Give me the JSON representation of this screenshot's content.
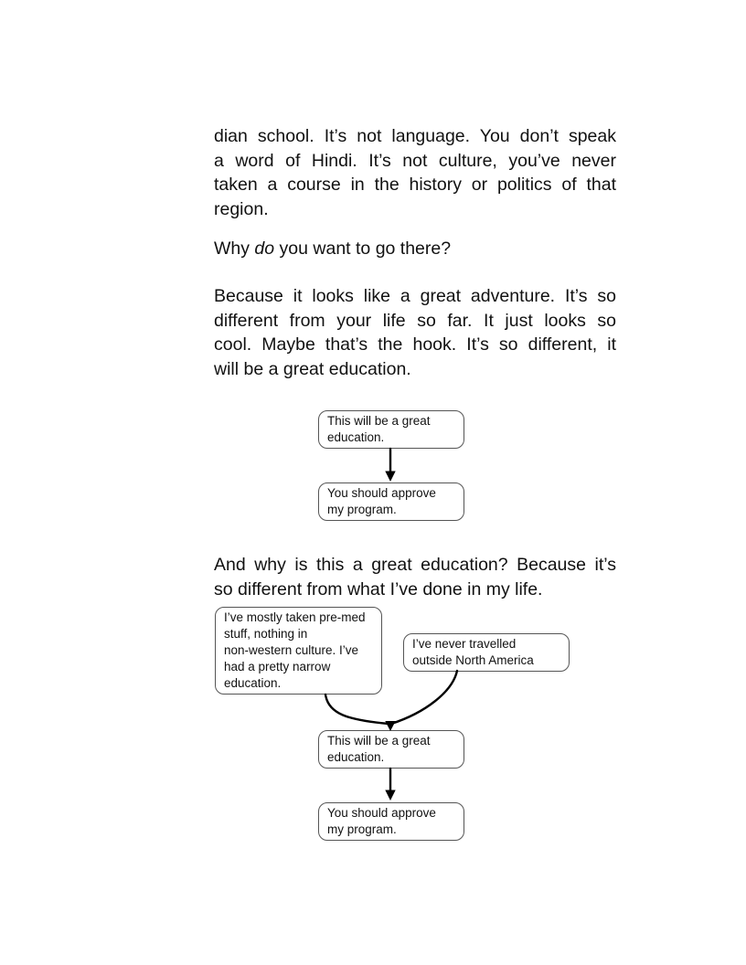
{
  "page": {
    "background": "#ffffff",
    "text_color": "#111111",
    "arrow_color": "#000000",
    "box_border_color": "#555555"
  },
  "paragraphs": {
    "p1": {
      "lines": [
        "dian school. It’s not language. You don’t speak",
        "a word of Hindi. It’s not culture, you’ve never",
        "taken a course in the history or politics of that",
        "region."
      ]
    },
    "p2": {
      "prefix": "Why ",
      "emphasis": "do",
      "suffix": " you want to go there?"
    },
    "p3": {
      "lines": [
        "Because it looks like a great adventure. It’s so",
        "different from your life so far. It just looks so",
        "cool. Maybe that’s the hook. It’s so different, it",
        "will be a great education."
      ]
    },
    "p4": {
      "lines": [
        "And why is this a great education? Because it’s",
        "so different from what I’ve done in my life."
      ]
    }
  },
  "diagram1": {
    "premise": {
      "lines": [
        "This will be a great",
        "education."
      ]
    },
    "conclusion": {
      "lines": [
        "You should approve",
        "my program."
      ]
    }
  },
  "diagram2": {
    "reason1": {
      "lines": [
        "I’ve mostly taken pre-med",
        "stuff, nothing in",
        "non-western culture. I’ve",
        "had a pretty narrow",
        "education."
      ]
    },
    "reason2": {
      "lines": [
        "I’ve never travelled",
        "outside North America"
      ]
    },
    "premise": {
      "lines": [
        "This will be a great",
        "education."
      ]
    },
    "conclusion": {
      "lines": [
        "You should approve",
        "my program."
      ]
    }
  }
}
